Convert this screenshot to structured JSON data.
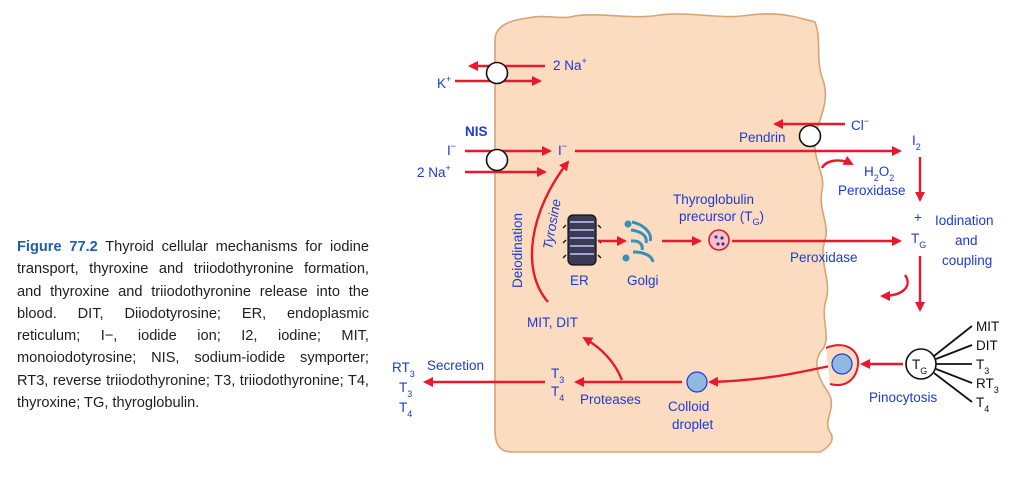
{
  "caption": {
    "figure_label": "Figure 77.2",
    "text": "Thyroid cellular mechanisms for iodine transport, thyroxine and triiodothyronine formation, and thyroxine and triiodothyronine release into the blood. DIT, Diiodotyrosine; ER, endoplasmic reticulum; I−, iodide ion; I2, iodine; MIT, monoiodotyrosine; NIS, sodium-iodide symporter; RT3, reverse triiodothyronine; T3, triiodothyronine; T4, thyroxine; TG, thyroglobulin."
  },
  "colors": {
    "arrow": "#e8192c",
    "label": "#1d3bd0",
    "cell_fill": "#fbdcc0",
    "cell_outline": "#d9a373",
    "droplet": "#8fb8e3",
    "tg_circle": "#ffffff"
  },
  "labels": {
    "two_na_top": "2 Na",
    "k": "K",
    "nis": "NIS",
    "iodide_left": "I",
    "two_na_mid": "2 Na",
    "iodide_inside": "I",
    "pendrin": "Pendrin",
    "cl": "Cl",
    "i2": "I",
    "h2o2": "H",
    "peroxidase_1": "Peroxidase",
    "plus": "+",
    "tg_right": "T",
    "iodination": "Iodination",
    "and": "and",
    "coupling": "coupling",
    "peroxidase_2": "Peroxidase",
    "thyroglobulin_1": "Thyroglobulin",
    "thyroglobulin_2": "precursor (T",
    "er": "ER",
    "golgi": "Golgi",
    "deiodination": "Deiodination",
    "tyrosine": "Tyrosine",
    "mit_dit": "MIT, DIT",
    "t3_mid": "T",
    "t4_mid": "T",
    "proteases": "Proteases",
    "colloid": "Colloid",
    "droplet": "droplet",
    "secretion": "Secretion",
    "rt3_out": "RT",
    "t3_out": "T",
    "t4_out": "T",
    "tg_colloid": "T",
    "pinocytosis": "Pinocytosis",
    "mit_r": "MIT",
    "dit_r": "DIT",
    "t3_r": "T",
    "rt3_r": "RT",
    "t4_r": "T"
  },
  "sup": {
    "plus": "+",
    "minus": "−",
    "sub2": "2",
    "sub3": "3",
    "sub4": "4",
    "subG": "G",
    "close": ")"
  }
}
